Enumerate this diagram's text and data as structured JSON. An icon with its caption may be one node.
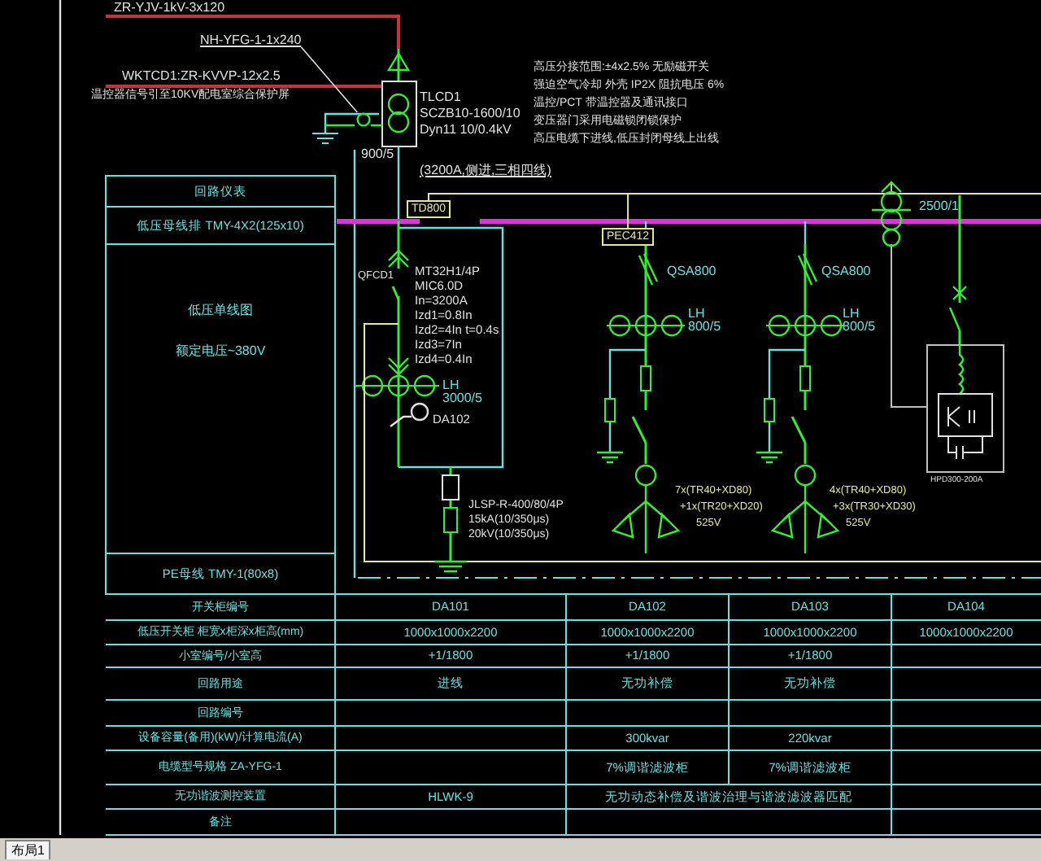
{
  "diagram": {
    "nodes": [
      {
        "text": [
          "NH-YFG-1-1x240"
        ]
      },
      {
        "text": [],
        "shape": "circle"
      },
      {
        "text": [
          "TD800"
        ]
      },
      {
        "text": [
          "PEC412"
        ]
      }
    ],
    "edges": [
      {
        "from": 0,
        "to": 1,
        "arrow": "none"
      },
      {
        "from": 2,
        "to": 3,
        "arrow": "none"
      }
    ],
    "labels": [
      "ZR-YJV-1kV-3x120",
      "WKTCD1:ZR-KVVP-12x2.5",
      "温控器信号引至10KV配电室综合保护屏",
      "TLCD1",
      "SCZB10-1600/10",
      "Dyn11 10/0.4kV",
      "高压分接范围:±4x2.5% 无励磁开关",
      "强迫空气冷却 外壳 IP2X 阻抗电压 6%",
      "温控/PCT 带温控器及通讯接口",
      "变压器门采用电磁锁闭锁保护",
      "高压电缆下进线,低压封闭母线上出线",
      "900/5",
      "(3200A,侧进,三相四线)",
      "回路仪表",
      "低压母线排 TMY-4X2(125x10)",
      "2500/1",
      "MT32H1/4P",
      "MIC6.0D",
      "In=3200A",
      "Izd1=0.8In",
      "Izd2=4In t=0.4s",
      "Izd3=7In",
      "Izd4=0.4In",
      "QFCD1",
      "QSA800",
      "QSA800",
      "LH 800/5",
      "LH 800/5",
      "低压单线图",
      "额定电压~380V",
      "LH 3000/5",
      "DA102",
      "JLSP-R-400/80/4P",
      "15kA(10/350μs)",
      "20kV(10/350μs)",
      "7x(TR40+XD80)",
      "+1x(TR20+XD20)",
      "525V",
      "4x(TR40+XD80)",
      "+3x(TR30+XD30)",
      "525V",
      "HPD300-200A",
      "PE母线 TMY-1(80x8)",
      "开关柜编号",
      "DA101",
      "DA102",
      "DA103",
      "DA104",
      "低压开关柜 柜宽x柜深x柜高(mm)",
      "1000x1000x2200",
      "1000x1000x2200",
      "1000x1000x2200",
      "1000x1000x2200",
      "小室编号/小室高",
      "+1/1800",
      "+1/1800",
      "+1/1800",
      "回路用途",
      "进线",
      "无功补偿",
      "无功补偿",
      "回路编号",
      "设备容量(备用)(kW)/计算电流(A)",
      "300kvar",
      "220kvar",
      "电缆型号规格 ZA-YFG-1",
      "7%调谐滤波柜",
      "7%调谐滤波柜",
      "无功谐波测控装置",
      "HLWK-9",
      "无功动态补偿及谐波治理与谐波滤波器匹配",
      "备注",
      "布局1"
    ]
  }
}
